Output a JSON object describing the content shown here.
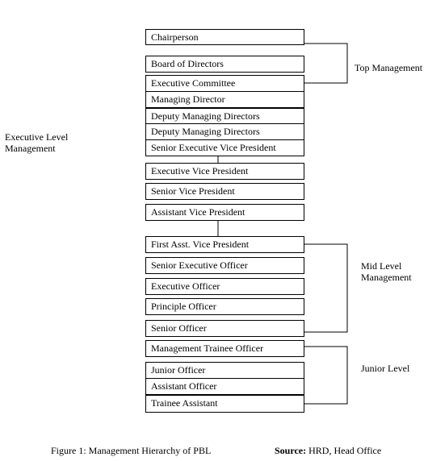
{
  "boxes": [
    "Chairperson",
    "Board of Directors",
    "Executive Committee",
    "Managing Director",
    "Deputy Managing Directors",
    "Deputy Managing Directors",
    "Senior Executive Vice President",
    "Executive Vice President",
    "Senior Vice President",
    "Assistant Vice President",
    "First Asst. Vice President",
    "Senior Executive Officer",
    "Executive Officer",
    "Principle Officer",
    "Senior Officer",
    "Management Trainee Officer",
    "Junior Officer",
    "Assistant Officer",
    "Trainee Assistant"
  ],
  "labels": {
    "top": "Top Management",
    "executive_line1": "Executive Level",
    "executive_line2": "Management",
    "mid_line1": "Mid Level",
    "mid_line2": "Management",
    "junior": "Junior Level"
  },
  "caption": {
    "figure": "Figure 1: Management Hierarchy of PBL",
    "source_label": "Source:",
    "source_text": " HRD, Head Office"
  }
}
